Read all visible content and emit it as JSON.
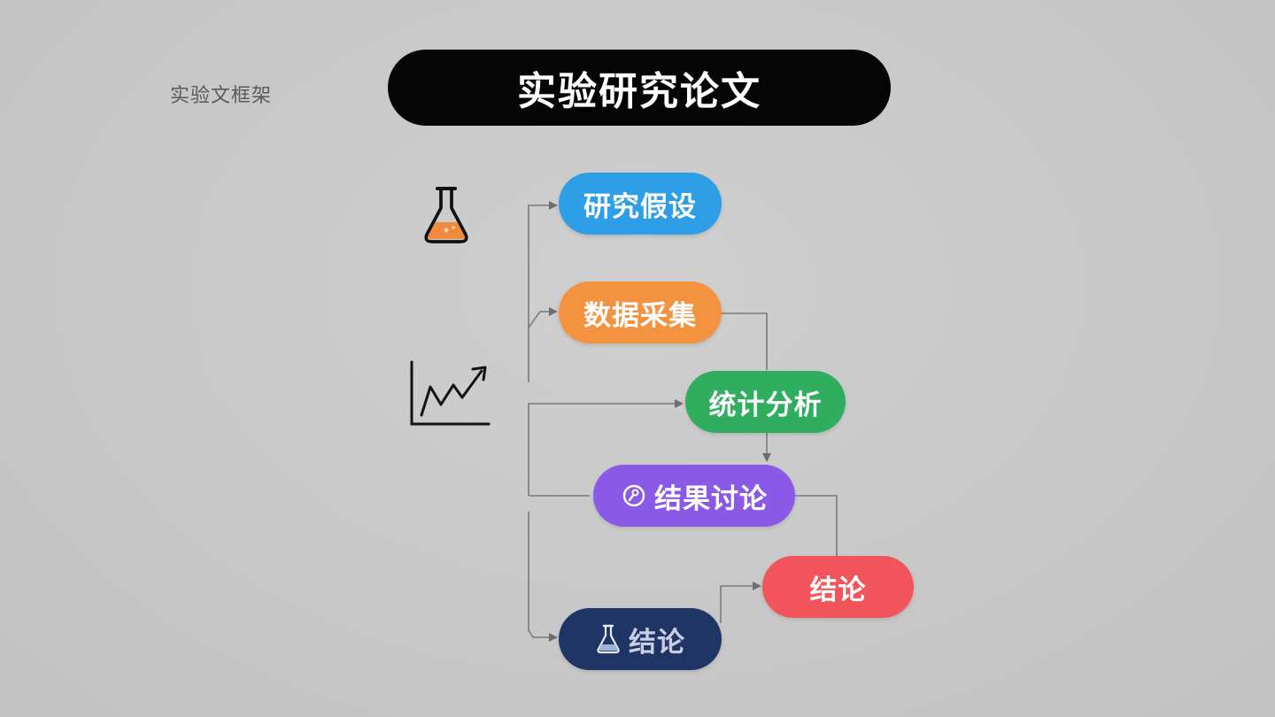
{
  "corner_label": "实验文框架",
  "title": "实验研究论文",
  "nodes": {
    "hypothesis": "研究假设",
    "data_collection": "数据采集",
    "statistical_analysis": "统计分析",
    "results_discussion": "结果讨论",
    "conclusion_red": "结论",
    "conclusion_navy": "结论"
  },
  "colors": {
    "background": "#c9c9c9",
    "title_bg": "#050505",
    "hypothesis": "#2e9ee6",
    "data_collection": "#f39340",
    "statistical_analysis": "#2fae5f",
    "results_discussion": "#8a5ae6",
    "conclusion_red": "#f2545b",
    "conclusion_navy": "#1f3566",
    "connector": "#7a7a7a"
  },
  "icons": {
    "side_top": "flask-icon",
    "side_middle": "line-chart-icon",
    "results_node": "magnifier-icon",
    "conclusion_node": "flask-icon"
  }
}
